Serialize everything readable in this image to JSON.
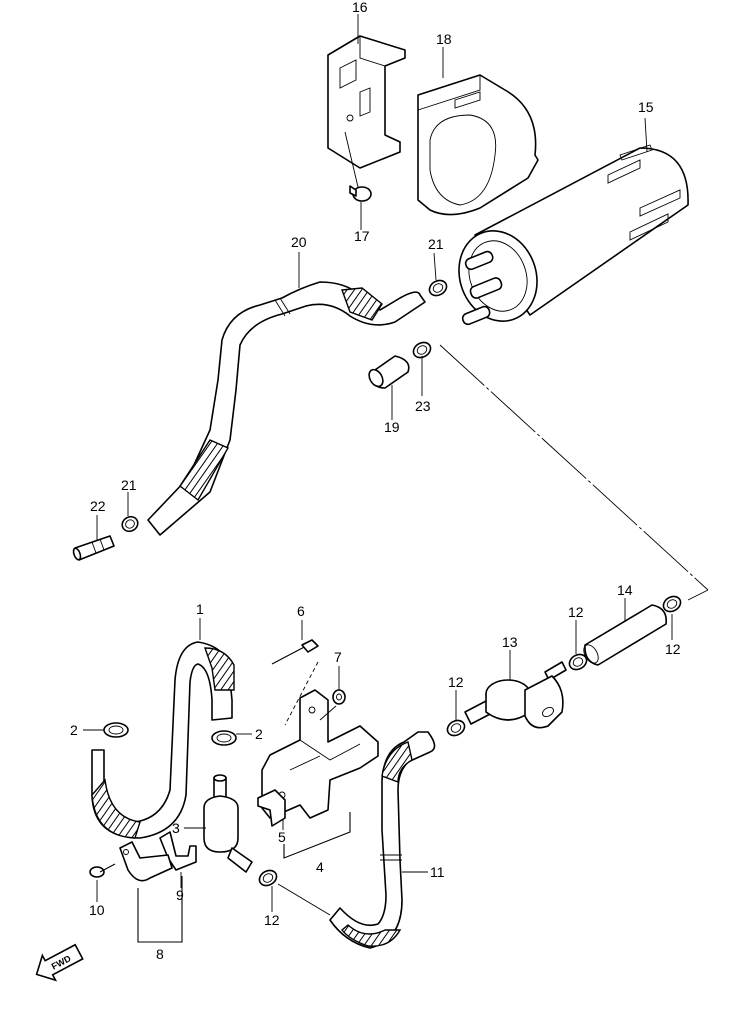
{
  "diagram": {
    "callouts": [
      "1",
      "2",
      "2",
      "3",
      "4",
      "5",
      "6",
      "7",
      "8",
      "9",
      "10",
      "11",
      "12",
      "12",
      "12",
      "12",
      "13",
      "14",
      "15",
      "16",
      "17",
      "18",
      "19",
      "20",
      "21",
      "21",
      "22",
      "23"
    ],
    "direction_badge": "FWD"
  }
}
